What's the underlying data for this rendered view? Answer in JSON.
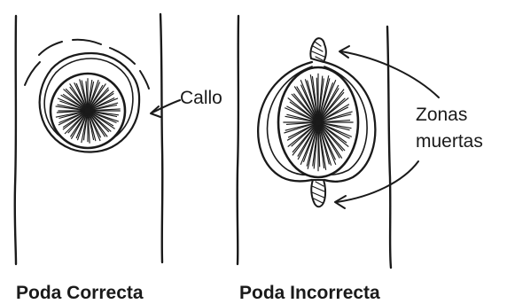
{
  "left_panel": {
    "caption": "Poda Correcta",
    "callout": "Callo"
  },
  "right_panel": {
    "caption": "Poda Incorrecta",
    "callout_line1": "Zonas",
    "callout_line2": "muertas"
  },
  "colors": {
    "ink": "#1a1a1a",
    "background": "#ffffff"
  }
}
